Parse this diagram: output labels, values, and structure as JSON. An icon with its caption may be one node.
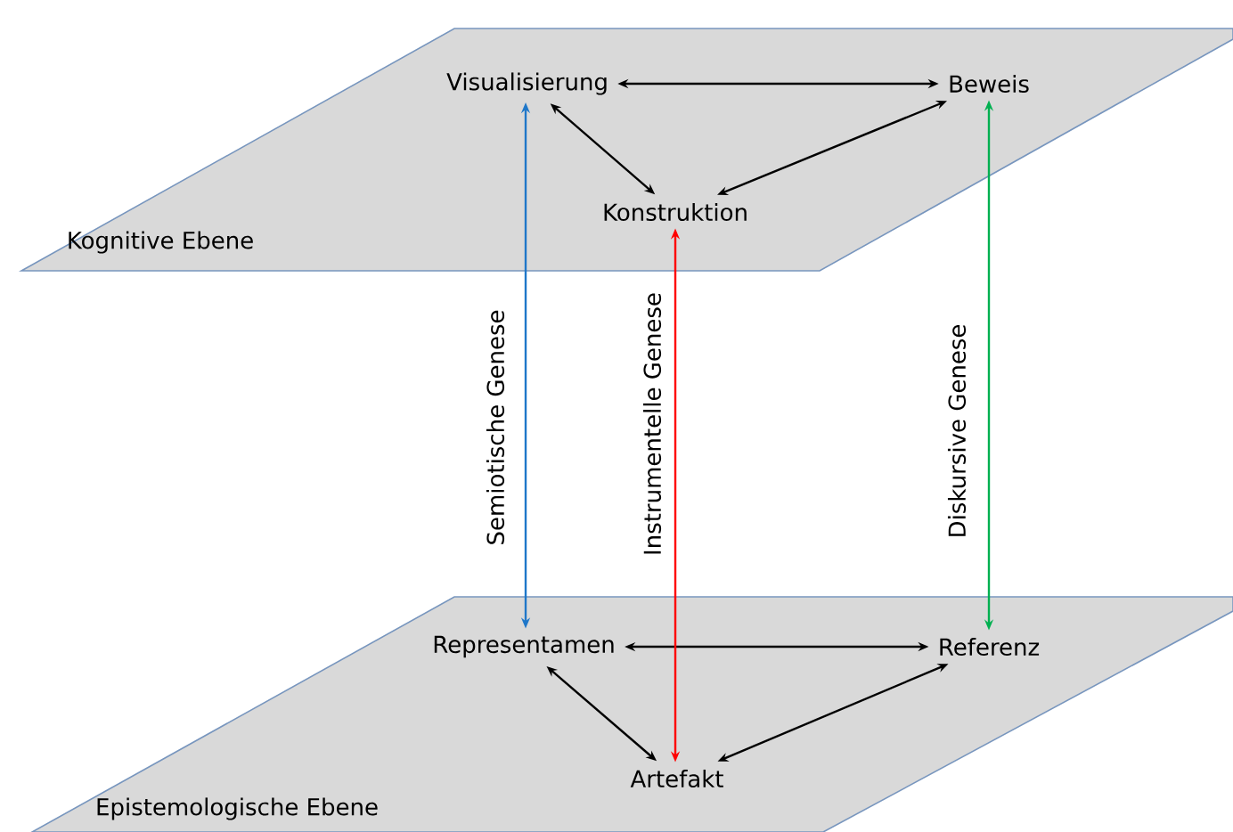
{
  "diagram": {
    "nodes": [
      {
        "text": [
          "Kognitive Ebene"
        ]
      },
      {
        "text": [
          "Visualisierung"
        ],
        "in": 0
      },
      {
        "text": [
          "Beweis"
        ],
        "in": 0
      },
      {
        "text": [
          "Konstruktion"
        ],
        "in": 0
      },
      {
        "text": [
          "Epistemologische Ebene"
        ]
      },
      {
        "text": [
          "Representamen"
        ],
        "in": 4
      },
      {
        "text": [
          "Referenz"
        ],
        "in": 4
      },
      {
        "text": [
          "Artefakt"
        ],
        "in": 4
      }
    ],
    "edges": [
      {
        "from": 1,
        "to": 2,
        "arrow": "both"
      },
      {
        "from": 1,
        "to": 3,
        "arrow": "both"
      },
      {
        "from": 3,
        "to": 2,
        "arrow": "both"
      },
      {
        "from": 5,
        "to": 6,
        "arrow": "both"
      },
      {
        "from": 5,
        "to": 7,
        "arrow": "both"
      },
      {
        "from": 7,
        "to": 6,
        "arrow": "both"
      },
      {
        "from": 5,
        "to": 1,
        "arrow": "both",
        "label": "Semiotische Genese",
        "color": "#1f77c9"
      },
      {
        "from": 7,
        "to": 3,
        "arrow": "both",
        "label": "Instrumentelle Genese",
        "color": "#ff0000"
      },
      {
        "from": 6,
        "to": 2,
        "arrow": "both",
        "label": "Diskursive Genese",
        "color": "#00b050"
      }
    ]
  }
}
